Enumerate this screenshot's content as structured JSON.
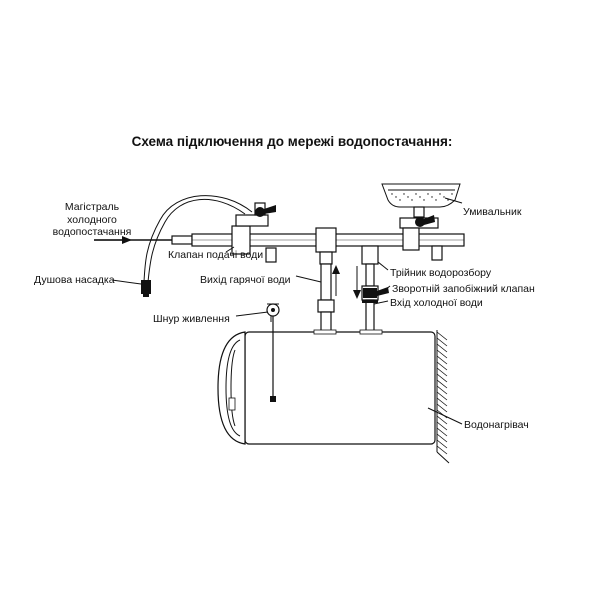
{
  "title": "Схема підключення до мережі водопостачання:",
  "labels": {
    "mains_line1": "Магістраль",
    "mains_line2": "холодного",
    "mains_line3": "водопостачання",
    "shower_head": "Душова насадка",
    "supply_valve": "Клапан подачі води",
    "hot_water_outlet": "Вихід гарячої води",
    "power_cord": "Шнур живлення",
    "washbasin": "Умивальник",
    "tee": "Трійник водорозбору",
    "check_valve": "Зворотній запобіжний клапан",
    "cold_water_inlet": "Вхід холодної води",
    "water_heater": "Водонагрівач"
  },
  "colors": {
    "line": "#111111",
    "heater_fill": "#ffffff",
    "background": "#ffffff"
  }
}
